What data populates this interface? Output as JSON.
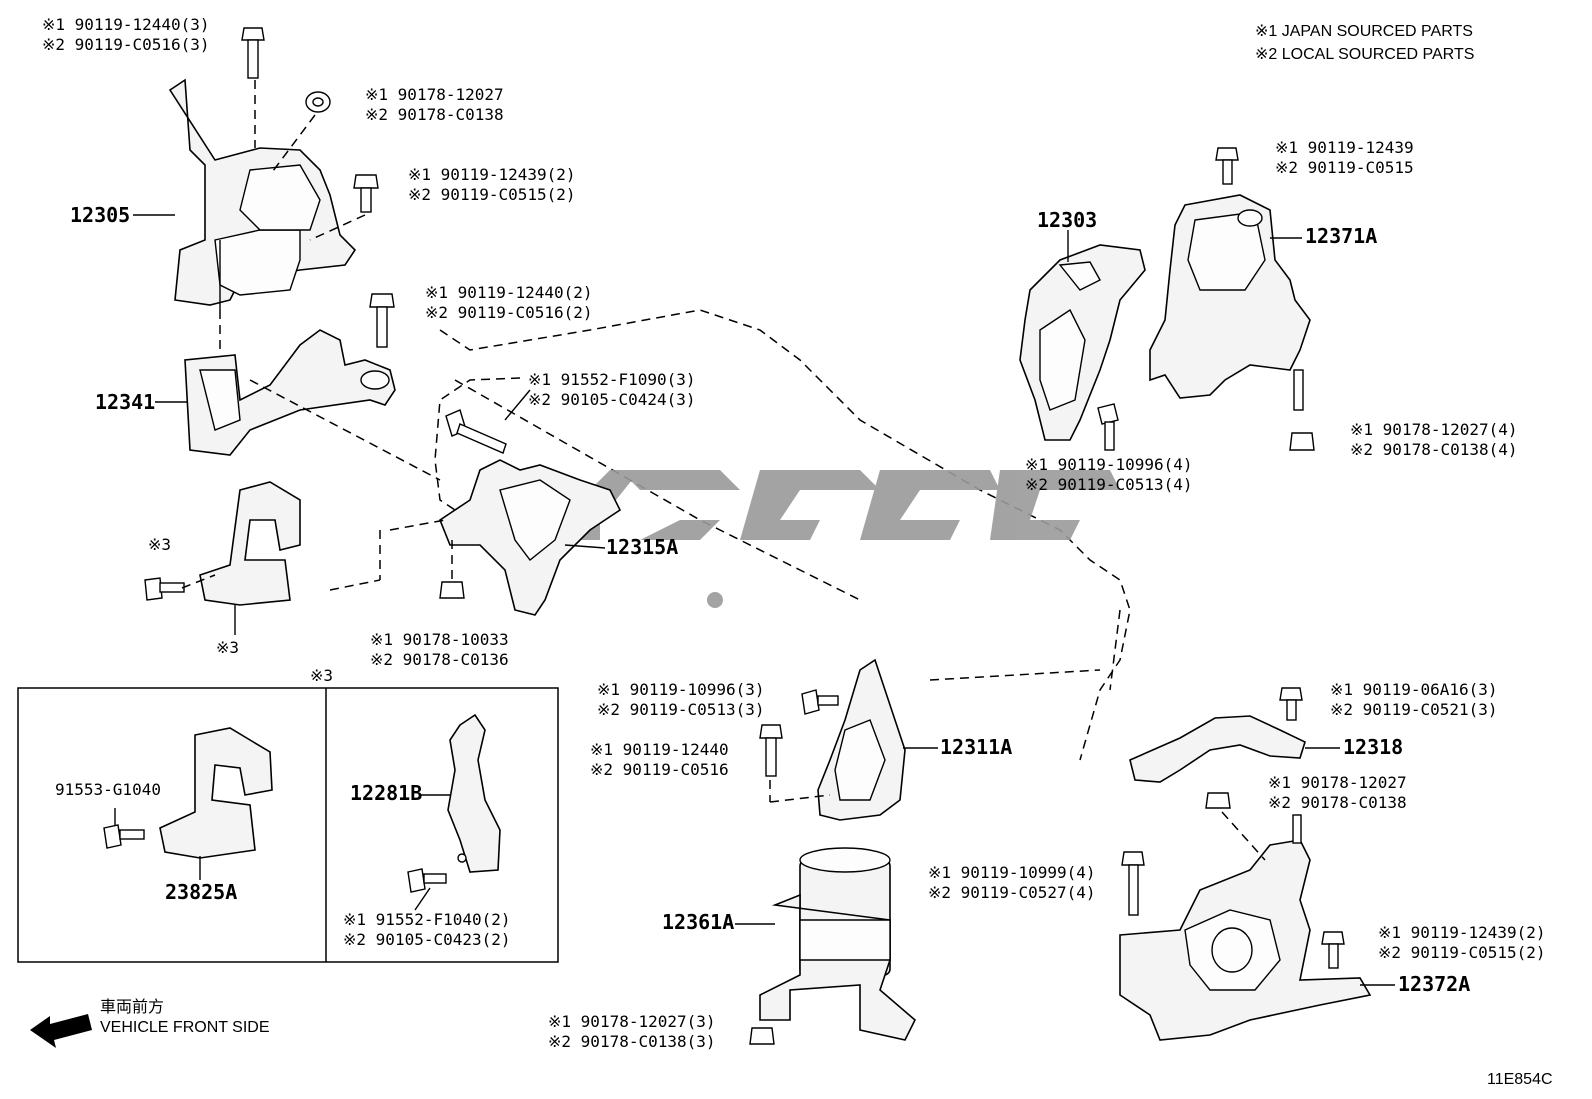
{
  "legend": {
    "mark1": "※1 JAPAN SOURCED PARTS",
    "mark2": "※2 LOCAL SOURCED PARTS"
  },
  "callouts": [
    {
      "id": "c1",
      "line1": "※1 90119-12440(3)",
      "line2": "※2 90119-C0516(3)"
    },
    {
      "id": "c2",
      "line1": "※1 90178-12027",
      "line2": "※2 90178-C0138"
    },
    {
      "id": "c3",
      "line1": "※1 90119-12439(2)",
      "line2": "※2 90119-C0515(2)"
    },
    {
      "id": "c4",
      "line1": "※1 90119-12440(2)",
      "line2": "※2 90119-C0516(2)"
    },
    {
      "id": "c5",
      "line1": "※1 91552-F1090(3)",
      "line2": "※2 90105-C0424(3)"
    },
    {
      "id": "c6",
      "line1": "※1 90178-10033",
      "line2": "※2 90178-C0136"
    },
    {
      "id": "c7",
      "line1": "※1 90119-12439",
      "line2": "※2 90119-C0515"
    },
    {
      "id": "c8",
      "line1": "※1 90119-10996(4)",
      "line2": "※2 90119-C0513(4)"
    },
    {
      "id": "c9",
      "line1": "※1 90178-12027(4)",
      "line2": "※2 90178-C0138(4)"
    },
    {
      "id": "c10",
      "line1": "※1 90119-10996(3)",
      "line2": "※2 90119-C0513(3)"
    },
    {
      "id": "c11",
      "line1": "※1 90119-12440",
      "line2": "※2 90119-C0516"
    },
    {
      "id": "c12",
      "line1": "※1 90119-06A16(3)",
      "line2": "※2 90119-C0521(3)"
    },
    {
      "id": "c13",
      "line1": "※1 90178-12027",
      "line2": "※2 90178-C0138"
    },
    {
      "id": "c14",
      "line1": "※1 90119-10999(4)",
      "line2": "※2 90119-C0527(4)"
    },
    {
      "id": "c15",
      "line1": "※1 90119-12439(2)",
      "line2": "※2 90119-C0515(2)"
    },
    {
      "id": "c16",
      "line1": "※1 90178-12027(3)",
      "line2": "※2 90178-C0138(3)"
    },
    {
      "id": "c17",
      "line1": "※1 91552-F1040(2)",
      "line2": "※2 90105-C0423(2)"
    }
  ],
  "parts": {
    "p12305": "12305",
    "p12341": "12341",
    "p12315A": "12315A",
    "p12303": "12303",
    "p12371A": "12371A",
    "p12311A": "12311A",
    "p12318": "12318",
    "p12361A": "12361A",
    "p12372A": "12372A",
    "p12281B": "12281B",
    "p23825A": "23825A",
    "p91553": "91553-G1040"
  },
  "marks": {
    "m3a": "※3",
    "m3b": "※3",
    "m3box": "※3"
  },
  "direction": {
    "jp": "車両前方",
    "en": "VEHICLE FRONT SIDE"
  },
  "diagram_code": "11E854C",
  "watermark": {
    "color": "#9a9a9a"
  }
}
